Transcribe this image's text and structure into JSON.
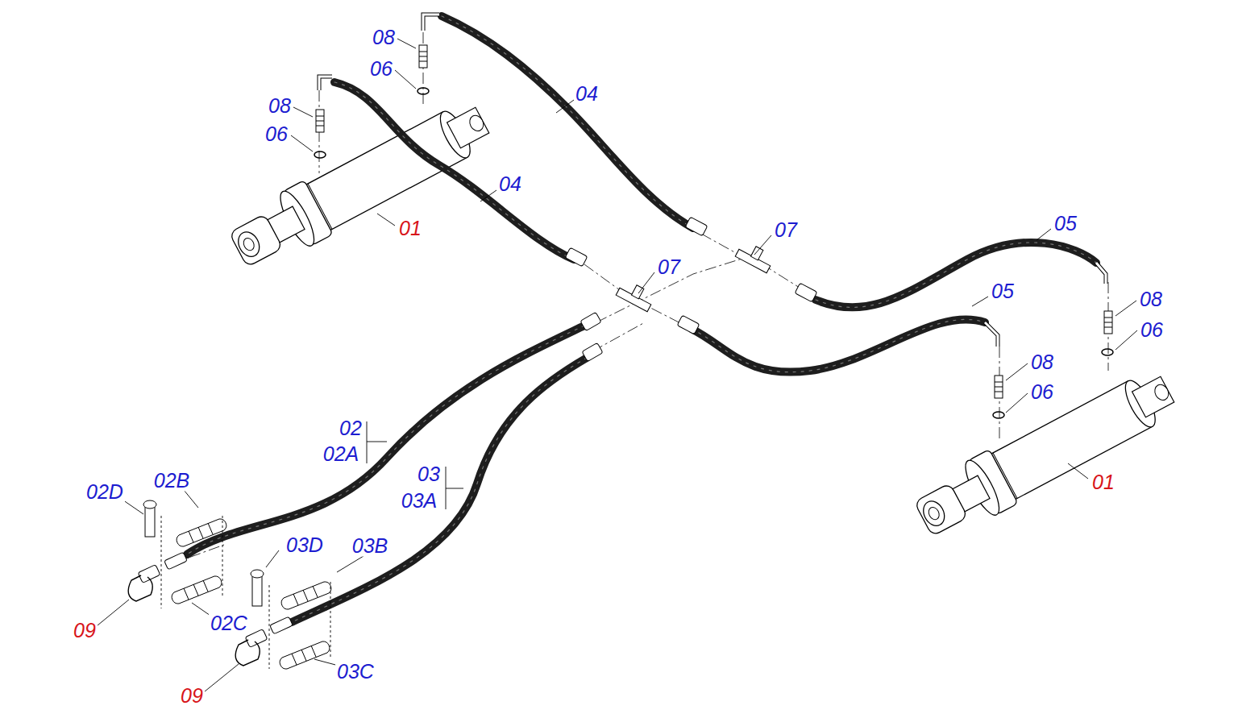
{
  "diagram": {
    "labels": [
      "08",
      "06",
      "08",
      "06",
      "04",
      "04",
      "01",
      "07",
      "07",
      "05",
      "05",
      "08",
      "06",
      "08",
      "06",
      "01",
      "02",
      "02A",
      "03",
      "03A",
      "02D",
      "02B",
      "03D",
      "03B",
      "09",
      "02C",
      "03C",
      "09"
    ]
  }
}
